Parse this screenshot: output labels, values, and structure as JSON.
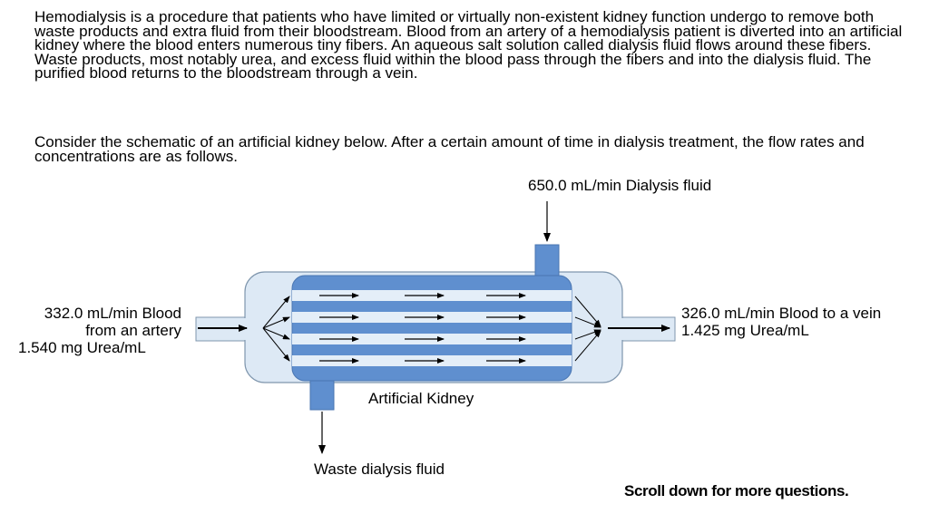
{
  "intro": {
    "paragraph1": "Hemodialysis is a procedure that patients who have limited or virtually non-existent kidney function undergo to remove both waste products and extra fluid from their bloodstream. Blood from an artery of a hemodialysis patient is diverted into an artificial kidney where the blood enters numerous tiny fibers. An aqueous salt solution called dialysis fluid flows around these fibers. Waste products, most notably urea, and excess fluid within the blood pass through the fibers and into the dialysis fluid. The purified blood returns to the bloodstream through a vein.",
    "paragraph2": "Consider the schematic of an artificial kidney below. After a certain amount of time in dialysis treatment, the flow rates and concentrations are as follows."
  },
  "diagram": {
    "dialysis_in_label": "650.0 mL/min Dialysis fluid",
    "blood_in_line1": "332.0 mL/min Blood",
    "blood_in_line2": "from an artery",
    "blood_in_line3": "1.540 mg Urea/mL",
    "blood_out_line1": "326.0 mL/min Blood to a vein",
    "blood_out_line2": "1.425 mg Urea/mL",
    "device_label": "Artificial Kidney",
    "waste_label": "Waste dialysis fluid",
    "colors": {
      "housing_fill": "#dde9f5",
      "housing_stroke": "#7f96ad",
      "dialysis_blue": "#5f8fcf",
      "fiber_fill": "#e4eef8",
      "arrow": "#000000"
    }
  },
  "footer": {
    "scroll_note": "Scroll down for more questions."
  }
}
